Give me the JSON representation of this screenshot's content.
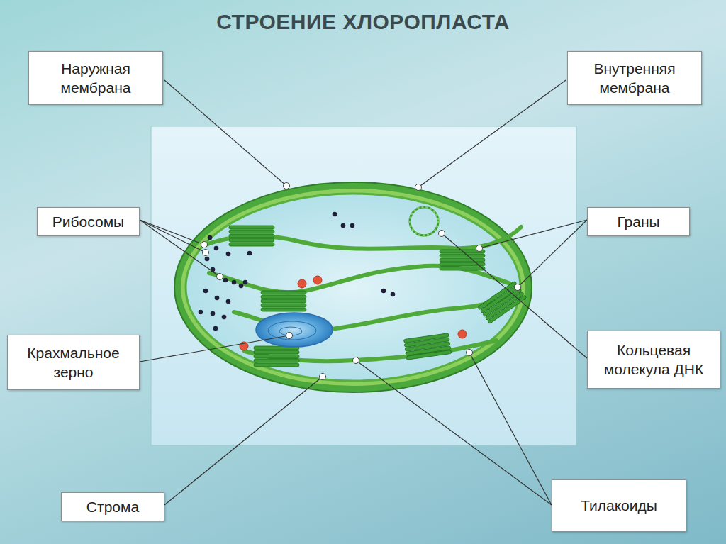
{
  "diagram": {
    "title": "СТРОЕНИЕ ХЛОРОПЛАСТА",
    "nodes": [
      {
        "text": [
          "Наружная мембрана"
        ]
      },
      {
        "text": [
          "Внутренняя мембрана"
        ]
      },
      {
        "text": [
          "Рибосомы"
        ]
      },
      {
        "text": [
          "Граны"
        ]
      },
      {
        "text": [
          "Крахмальное зерно"
        ]
      },
      {
        "text": [
          "Кольцевая молекула ДНК"
        ]
      },
      {
        "text": [
          "Строма"
        ]
      },
      {
        "text": [
          "Тилакоиды"
        ]
      }
    ]
  }
}
